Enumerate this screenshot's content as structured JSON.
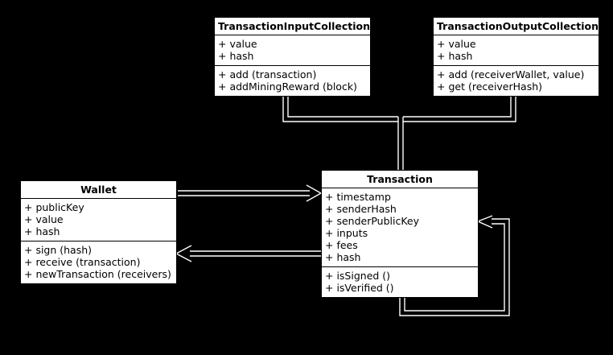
{
  "diagram": {
    "type": "uml-class-diagram",
    "background_color": "#000000",
    "box_fill_color": "#ffffff",
    "text_color": "#000000",
    "edge_color": "#ffffff",
    "classes": [
      {
        "id": "transaction-input-collection",
        "name": "TransactionInputCollection",
        "attributes": [
          "+ value",
          "+ hash"
        ],
        "methods": [
          "+ add (transaction)",
          "+ addMiningReward (block)"
        ]
      },
      {
        "id": "transaction-output-collection",
        "name": "TransactionOutputCollection",
        "attributes": [
          "+ value",
          "+ hash"
        ],
        "methods": [
          "+ add (receiverWallet, value)",
          "+ get (receiverHash)"
        ]
      },
      {
        "id": "wallet",
        "name": "Wallet",
        "attributes": [
          "+ publicKey",
          "+ value",
          "+ hash"
        ],
        "methods": [
          "+ sign (hash)",
          "+ receive (transaction)",
          "+ newTransaction (receivers)"
        ]
      },
      {
        "id": "transaction",
        "name": "Transaction",
        "attributes": [
          "+ timestamp",
          "+ senderHash",
          "+ senderPublicKey",
          "+ inputs",
          "+ fees",
          "+ hash"
        ],
        "methods": [
          "+ isSigned ()",
          "+ isVerified ()"
        ]
      }
    ],
    "edges": [
      {
        "id": "input-collection-to-transaction",
        "from": "transaction-input-collection",
        "to": "transaction",
        "style": "composition-tree",
        "arrowhead": "none"
      },
      {
        "id": "output-collection-to-transaction",
        "from": "transaction-output-collection",
        "to": "transaction",
        "style": "composition-tree",
        "arrowhead": "none"
      },
      {
        "id": "wallet-to-transaction",
        "from": "wallet",
        "to": "transaction",
        "style": "association",
        "arrowhead": "open-right"
      },
      {
        "id": "transaction-to-wallet",
        "from": "transaction",
        "to": "wallet",
        "style": "association",
        "arrowhead": "open-left"
      },
      {
        "id": "transaction-self-loop",
        "from": "transaction",
        "to": "transaction",
        "style": "self-association",
        "arrowhead": "open-left"
      }
    ]
  }
}
